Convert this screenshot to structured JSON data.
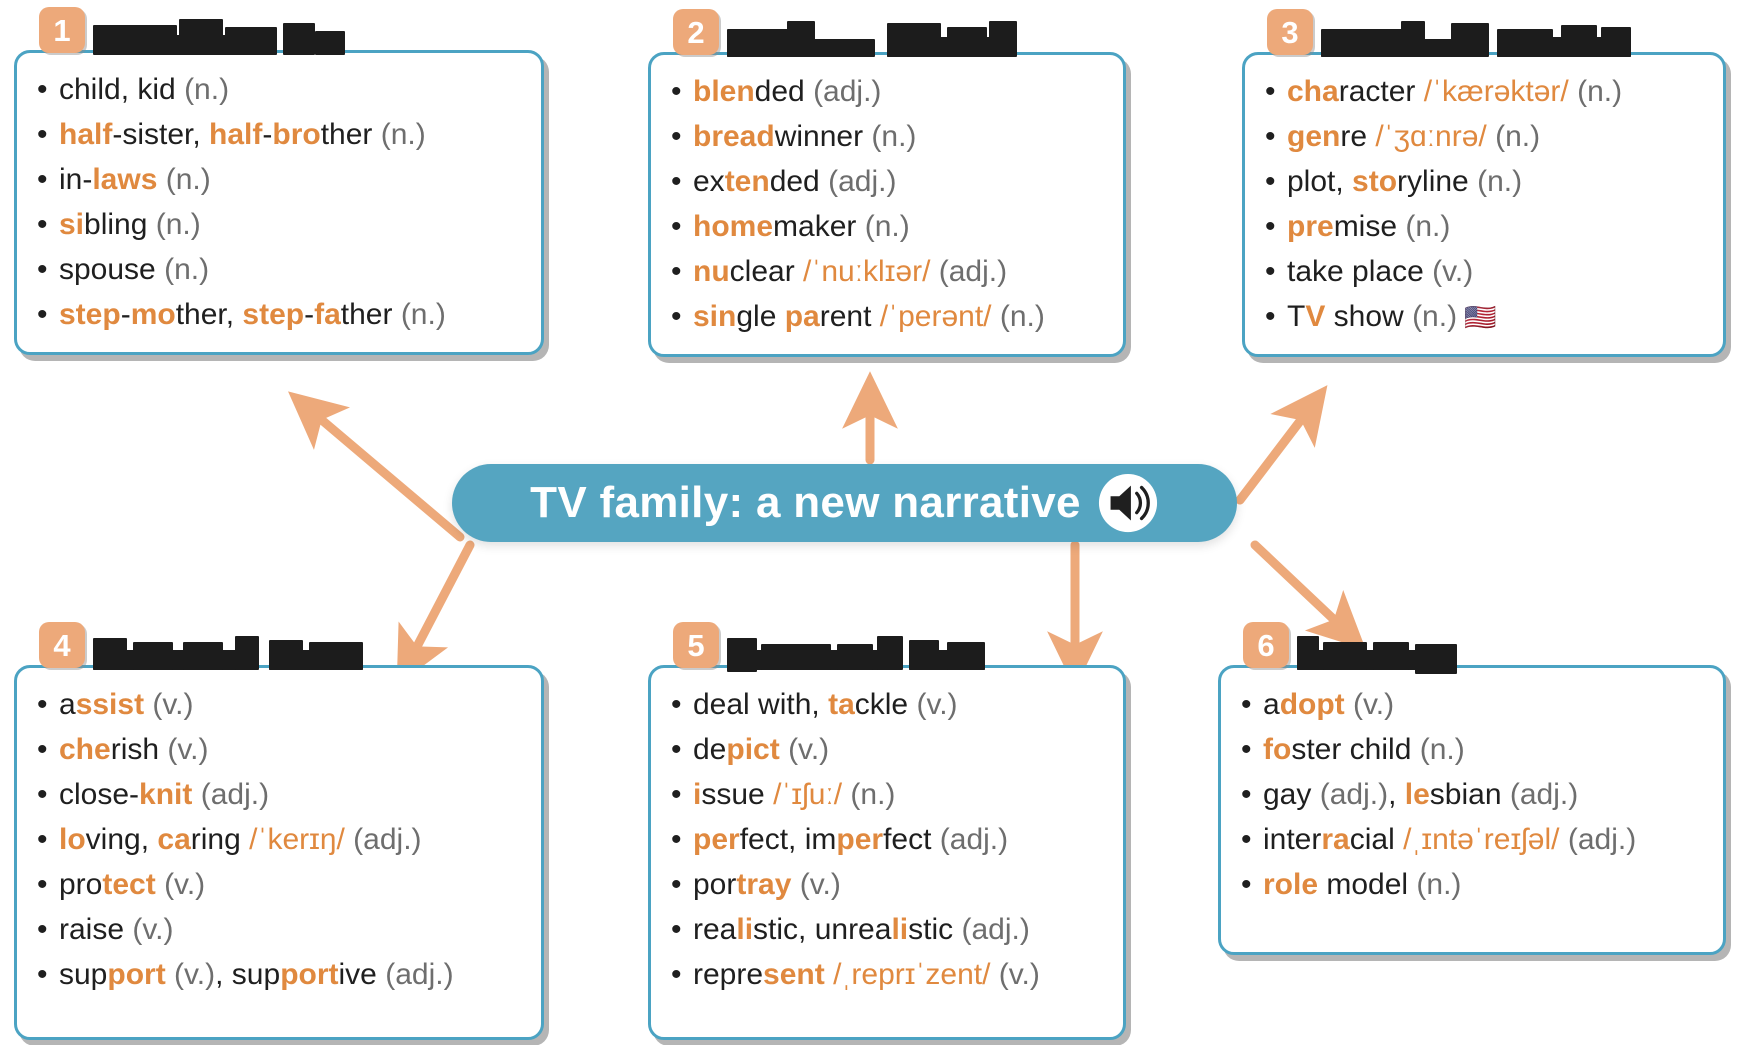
{
  "banner": {
    "title": "TV family: a new narrative",
    "speaker_icon": "speaker-audio-icon",
    "bg_color": "#55A5C1",
    "text_color": "#FFFFFF"
  },
  "theme": {
    "accent_orange": "#E0893F",
    "badge_orange": "#EDA97A",
    "border_teal": "#4BA3C3",
    "pos_gray": "#6E6E6E",
    "redaction_black": "#1C1C1C"
  },
  "cards": [
    {
      "number": "1",
      "title_redacted": true,
      "title": "",
      "items": [
        {
          "parts": [
            {
              "t": "child, kid ",
              "s": "plain"
            },
            {
              "t": "(n.)",
              "s": "pos"
            }
          ]
        },
        {
          "parts": [
            {
              "t": "half",
              "s": "hl"
            },
            {
              "t": "-sister, ",
              "s": "plain"
            },
            {
              "t": "half",
              "s": "hl"
            },
            {
              "t": "-",
              "s": "plain"
            },
            {
              "t": "bro",
              "s": "hl"
            },
            {
              "t": "ther ",
              "s": "plain"
            },
            {
              "t": "(n.)",
              "s": "pos"
            }
          ]
        },
        {
          "parts": [
            {
              "t": "in-",
              "s": "plain"
            },
            {
              "t": "laws",
              "s": "hl"
            },
            {
              "t": " ",
              "s": "plain"
            },
            {
              "t": "(n.)",
              "s": "pos"
            }
          ]
        },
        {
          "parts": [
            {
              "t": "si",
              "s": "hl"
            },
            {
              "t": "bling ",
              "s": "plain"
            },
            {
              "t": "(n.)",
              "s": "pos"
            }
          ]
        },
        {
          "parts": [
            {
              "t": "spouse ",
              "s": "plain"
            },
            {
              "t": "(n.)",
              "s": "pos"
            }
          ]
        },
        {
          "parts": [
            {
              "t": "step",
              "s": "hl"
            },
            {
              "t": "-",
              "s": "plain"
            },
            {
              "t": "mo",
              "s": "hl"
            },
            {
              "t": "ther, ",
              "s": "plain"
            },
            {
              "t": "step",
              "s": "hl"
            },
            {
              "t": "-",
              "s": "plain"
            },
            {
              "t": "fa",
              "s": "hl"
            },
            {
              "t": "ther ",
              "s": "plain"
            },
            {
              "t": "(n.)",
              "s": "pos"
            }
          ]
        }
      ]
    },
    {
      "number": "2",
      "title_redacted": true,
      "title": "",
      "items": [
        {
          "parts": [
            {
              "t": "blen",
              "s": "hl"
            },
            {
              "t": "ded ",
              "s": "plain"
            },
            {
              "t": "(adj.)",
              "s": "pos"
            }
          ]
        },
        {
          "parts": [
            {
              "t": "bread",
              "s": "hl"
            },
            {
              "t": "winner ",
              "s": "plain"
            },
            {
              "t": "(n.)",
              "s": "pos"
            }
          ]
        },
        {
          "parts": [
            {
              "t": "ex",
              "s": "plain"
            },
            {
              "t": "ten",
              "s": "hl"
            },
            {
              "t": "ded ",
              "s": "plain"
            },
            {
              "t": "(adj.)",
              "s": "pos"
            }
          ]
        },
        {
          "parts": [
            {
              "t": "home",
              "s": "hl"
            },
            {
              "t": "maker ",
              "s": "plain"
            },
            {
              "t": "(n.)",
              "s": "pos"
            }
          ]
        },
        {
          "parts": [
            {
              "t": "nu",
              "s": "hl"
            },
            {
              "t": "clear ",
              "s": "plain"
            },
            {
              "t": "/ˈnuːklɪər/ ",
              "s": "ipa"
            },
            {
              "t": "(adj.)",
              "s": "pos"
            }
          ]
        },
        {
          "parts": [
            {
              "t": "sin",
              "s": "hl"
            },
            {
              "t": "gle ",
              "s": "plain"
            },
            {
              "t": "pa",
              "s": "hl"
            },
            {
              "t": "rent ",
              "s": "plain"
            },
            {
              "t": "/ˈperənt/ ",
              "s": "ipa"
            },
            {
              "t": "(n.)",
              "s": "pos"
            }
          ]
        }
      ]
    },
    {
      "number": "3",
      "title_redacted": true,
      "title": "",
      "items": [
        {
          "parts": [
            {
              "t": "cha",
              "s": "hl"
            },
            {
              "t": "racter ",
              "s": "plain"
            },
            {
              "t": "/ˈkærəktər/ ",
              "s": "ipa"
            },
            {
              "t": "(n.)",
              "s": "pos"
            }
          ]
        },
        {
          "parts": [
            {
              "t": "gen",
              "s": "hl"
            },
            {
              "t": "re ",
              "s": "plain"
            },
            {
              "t": "/ˈʒɑːnrə/ ",
              "s": "ipa"
            },
            {
              "t": "(n.)",
              "s": "pos"
            }
          ]
        },
        {
          "parts": [
            {
              "t": "plot, ",
              "s": "plain"
            },
            {
              "t": "sto",
              "s": "hl"
            },
            {
              "t": "ryline ",
              "s": "plain"
            },
            {
              "t": "(n.)",
              "s": "pos"
            }
          ]
        },
        {
          "parts": [
            {
              "t": "pre",
              "s": "hl"
            },
            {
              "t": "mise ",
              "s": "plain"
            },
            {
              "t": "(n.)",
              "s": "pos"
            }
          ]
        },
        {
          "parts": [
            {
              "t": "take place ",
              "s": "plain"
            },
            {
              "t": "(v.)",
              "s": "pos"
            }
          ]
        },
        {
          "parts": [
            {
              "t": "T",
              "s": "plain"
            },
            {
              "t": "V",
              "s": "hl"
            },
            {
              "t": " show ",
              "s": "plain"
            },
            {
              "t": "(n.)",
              "s": "pos"
            },
            {
              "t": " 🇺🇸",
              "s": "flag"
            }
          ]
        }
      ]
    },
    {
      "number": "4",
      "title_redacted": true,
      "title": "",
      "items": [
        {
          "parts": [
            {
              "t": "a",
              "s": "plain"
            },
            {
              "t": "ssist",
              "s": "hl"
            },
            {
              "t": " ",
              "s": "plain"
            },
            {
              "t": "(v.)",
              "s": "pos"
            }
          ]
        },
        {
          "parts": [
            {
              "t": "che",
              "s": "hl"
            },
            {
              "t": "rish ",
              "s": "plain"
            },
            {
              "t": "(v.)",
              "s": "pos"
            }
          ]
        },
        {
          "parts": [
            {
              "t": "close-",
              "s": "plain"
            },
            {
              "t": "knit",
              "s": "hl"
            },
            {
              "t": " ",
              "s": "plain"
            },
            {
              "t": "(adj.)",
              "s": "pos"
            }
          ]
        },
        {
          "parts": [
            {
              "t": "lo",
              "s": "hl"
            },
            {
              "t": "ving, ",
              "s": "plain"
            },
            {
              "t": "ca",
              "s": "hl"
            },
            {
              "t": "ring ",
              "s": "plain"
            },
            {
              "t": "/ˈkerɪŋ/ ",
              "s": "ipa"
            },
            {
              "t": "(adj.)",
              "s": "pos"
            }
          ]
        },
        {
          "parts": [
            {
              "t": "pro",
              "s": "plain"
            },
            {
              "t": "tect",
              "s": "hl"
            },
            {
              "t": " ",
              "s": "plain"
            },
            {
              "t": "(v.)",
              "s": "pos"
            }
          ]
        },
        {
          "parts": [
            {
              "t": "raise ",
              "s": "plain"
            },
            {
              "t": "(v.)",
              "s": "pos"
            }
          ]
        },
        {
          "parts": [
            {
              "t": "sup",
              "s": "plain"
            },
            {
              "t": "port",
              "s": "hl"
            },
            {
              "t": " ",
              "s": "plain"
            },
            {
              "t": "(v.)",
              "s": "pos"
            },
            {
              "t": ", sup",
              "s": "plain"
            },
            {
              "t": "port",
              "s": "hl"
            },
            {
              "t": "ive ",
              "s": "plain"
            },
            {
              "t": "(adj.)",
              "s": "pos"
            }
          ]
        }
      ]
    },
    {
      "number": "5",
      "title_redacted": true,
      "title": "",
      "items": [
        {
          "parts": [
            {
              "t": "deal with, ",
              "s": "plain"
            },
            {
              "t": "ta",
              "s": "hl"
            },
            {
              "t": "ckle ",
              "s": "plain"
            },
            {
              "t": "(v.)",
              "s": "pos"
            }
          ]
        },
        {
          "parts": [
            {
              "t": "de",
              "s": "plain"
            },
            {
              "t": "pict",
              "s": "hl"
            },
            {
              "t": " ",
              "s": "plain"
            },
            {
              "t": "(v.)",
              "s": "pos"
            }
          ]
        },
        {
          "parts": [
            {
              "t": "i",
              "s": "hl"
            },
            {
              "t": "ssue ",
              "s": "plain"
            },
            {
              "t": "/ˈɪʃuː/ ",
              "s": "ipa"
            },
            {
              "t": "(n.)",
              "s": "pos"
            }
          ]
        },
        {
          "parts": [
            {
              "t": "per",
              "s": "hl"
            },
            {
              "t": "fect, im",
              "s": "plain"
            },
            {
              "t": "per",
              "s": "hl"
            },
            {
              "t": "fect ",
              "s": "plain"
            },
            {
              "t": "(adj.)",
              "s": "pos"
            }
          ]
        },
        {
          "parts": [
            {
              "t": "por",
              "s": "plain"
            },
            {
              "t": "tray",
              "s": "hl"
            },
            {
              "t": " ",
              "s": "plain"
            },
            {
              "t": "(v.)",
              "s": "pos"
            }
          ]
        },
        {
          "parts": [
            {
              "t": "rea",
              "s": "plain"
            },
            {
              "t": "li",
              "s": "hl"
            },
            {
              "t": "stic, unrea",
              "s": "plain"
            },
            {
              "t": "li",
              "s": "hl"
            },
            {
              "t": "stic ",
              "s": "plain"
            },
            {
              "t": "(adj.)",
              "s": "pos"
            }
          ]
        },
        {
          "parts": [
            {
              "t": "repre",
              "s": "plain"
            },
            {
              "t": "sent",
              "s": "hl"
            },
            {
              "t": " ",
              "s": "plain"
            },
            {
              "t": "/ˌreprɪˈzent/ ",
              "s": "ipa"
            },
            {
              "t": "(v.)",
              "s": "pos"
            }
          ]
        }
      ]
    },
    {
      "number": "6",
      "title_redacted": true,
      "title": "",
      "items": [
        {
          "parts": [
            {
              "t": "a",
              "s": "plain"
            },
            {
              "t": "dopt",
              "s": "hl"
            },
            {
              "t": " ",
              "s": "plain"
            },
            {
              "t": "(v.)",
              "s": "pos"
            }
          ]
        },
        {
          "parts": [
            {
              "t": "fo",
              "s": "hl"
            },
            {
              "t": "ster child ",
              "s": "plain"
            },
            {
              "t": "(n.)",
              "s": "pos"
            }
          ]
        },
        {
          "parts": [
            {
              "t": "gay ",
              "s": "plain"
            },
            {
              "t": "(adj.)",
              "s": "pos"
            },
            {
              "t": ", ",
              "s": "plain"
            },
            {
              "t": "le",
              "s": "hl"
            },
            {
              "t": "sbian ",
              "s": "plain"
            },
            {
              "t": "(adj.)",
              "s": "pos"
            }
          ]
        },
        {
          "parts": [
            {
              "t": "inter",
              "s": "plain"
            },
            {
              "t": "ra",
              "s": "hl"
            },
            {
              "t": "cial ",
              "s": "plain"
            },
            {
              "t": "/ˌɪntəˈreɪʃəl/ ",
              "s": "ipa"
            },
            {
              "t": "(adj.)",
              "s": "pos"
            }
          ]
        },
        {
          "parts": [
            {
              "t": "role",
              "s": "hl"
            },
            {
              "t": " model ",
              "s": "plain"
            },
            {
              "t": "(n.)",
              "s": "pos"
            }
          ]
        }
      ]
    }
  ],
  "arrows": [
    {
      "name": "arrow-to-card-1",
      "from": "banner",
      "to": "card-1"
    },
    {
      "name": "arrow-to-card-2",
      "from": "banner",
      "to": "card-2"
    },
    {
      "name": "arrow-to-card-3",
      "from": "banner",
      "to": "card-3"
    },
    {
      "name": "arrow-to-card-4",
      "from": "banner",
      "to": "card-4"
    },
    {
      "name": "arrow-to-card-5",
      "from": "banner",
      "to": "card-5"
    },
    {
      "name": "arrow-to-card-6",
      "from": "banner",
      "to": "card-6"
    }
  ]
}
